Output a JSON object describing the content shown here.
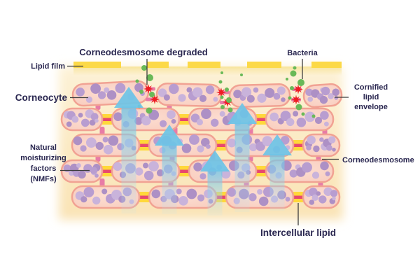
{
  "labels": {
    "corneodesmosome_degraded": "Corneodesmosome degraded",
    "bacteria": "Bacteria",
    "lipid_film": "Lipid film",
    "corneocyte": "Corneocyte",
    "cornified_lipid_envelope_line1": "Cornified",
    "cornified_lipid_envelope_line2": "lipid",
    "cornified_lipid_envelope_line3": "envelope",
    "natural_moisturizing_line1": "Natural",
    "natural_moisturizing_line2": "moisturizing",
    "natural_moisturizing_line3": "factors",
    "natural_moisturizing_line4": "(NMFs)",
    "corneodesmosome": "Corneodesmosome",
    "intercellular_lipid": "Intercellular lipid"
  },
  "elements": {
    "bacteria_marker": "green-circle-icon",
    "degraded_corneodesmosome_marker": "red-burst-icon",
    "moisture_flux_marker": "blue-up-arrow-icon",
    "corneocyte_marker": "pink-rounded-cell",
    "nmf_marker": "purple-circle",
    "corneodesmosome_marker": "pink-vertical-rod",
    "intercellular_lipid_marker": "yellow-block-with-pink-stripe",
    "lipid_film_marker": "yellow-dashed-band"
  },
  "colors": {
    "canvas": "#ffffff",
    "background_wash_top": "#fdf2d7",
    "background_wash_bottom": "#f9e3b5",
    "lipid_film": "#fcd947",
    "lipid_film_under": "#f7e296",
    "cell_fill": "#f8cbbc",
    "cell_fill_light": "#fcddd1",
    "cell_border": "#f1a293",
    "nmf_dot": "#b89dd0",
    "nmf_dot_alt": "#c9b3db",
    "nmf_dot_dark": "#ad90c5",
    "rod": "#e87ca6",
    "junction_yellow": "#ffd83a",
    "junction_stripe": "#e8486d",
    "bacteria": "#69b958",
    "degraded": "#ee1d23",
    "arrow": "#6ec4e6",
    "pointer": "#3d3d3d",
    "text": "#2a2750"
  }
}
